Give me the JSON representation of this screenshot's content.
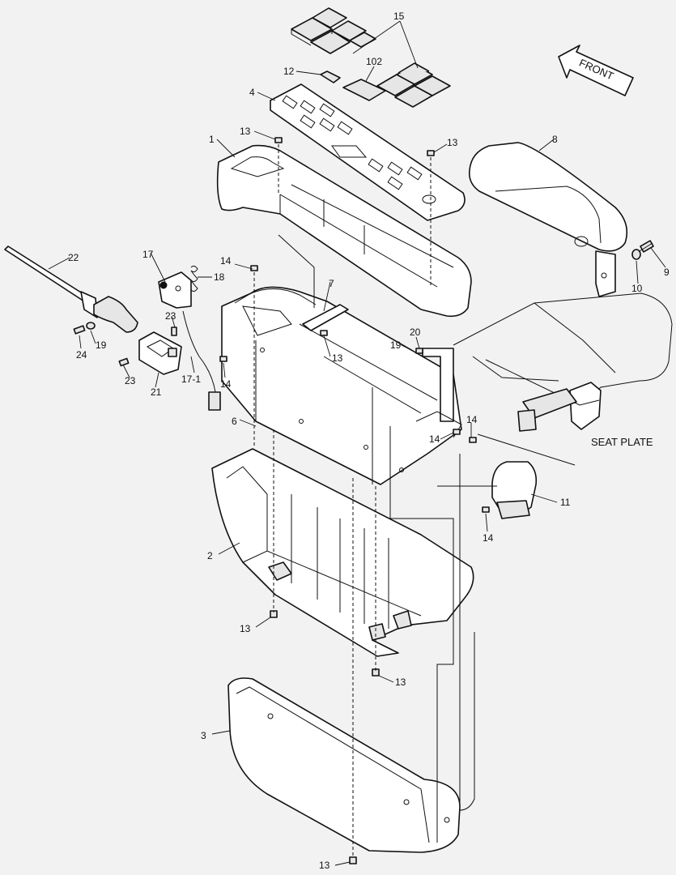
{
  "diagram": {
    "front_arrow_text": "FRONT",
    "seat_plate_label": "SEAT PLATE",
    "callouts": {
      "c15": "15",
      "c12": "12",
      "c102": "102",
      "c4": "4",
      "c13_a": "13",
      "c13_b": "13",
      "c1": "1",
      "c8": "8",
      "c9": "9",
      "c10": "10",
      "c22": "22",
      "c17": "17",
      "c18": "18",
      "c14_a": "14",
      "c7": "7",
      "c23_a": "23",
      "c24": "24",
      "c19_a": "19",
      "c13_c": "13",
      "c20": "20",
      "c19_b": "19",
      "c14_b": "14",
      "c23_b": "23",
      "c21": "21",
      "c17_1": "17-1",
      "c6": "6",
      "c14_c": "14",
      "c14_d": "14",
      "c11": "11",
      "c14_e": "14",
      "c2": "2",
      "c13_d": "13",
      "c13_e": "13",
      "c3": "3",
      "c13_f": "13"
    }
  }
}
